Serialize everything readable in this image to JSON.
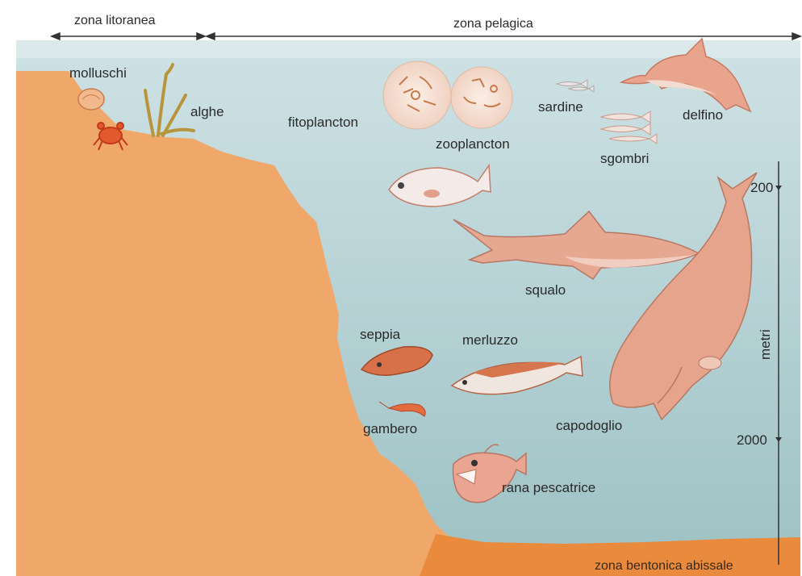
{
  "zones": {
    "litoranea": "zona litoranea",
    "pelagica": "zona pelagica",
    "bentonica": "zona bentonica abissale"
  },
  "depth_axis": {
    "unit_label": "metri",
    "ticks": [
      "200",
      "2000"
    ]
  },
  "labels": {
    "molluschi": "molluschi",
    "alghe": "alghe",
    "fitoplancton": "fitoplancton",
    "zooplancton": "zooplancton",
    "sardine": "sardine",
    "delfino": "delfino",
    "sgombri": "sgombri",
    "squalo": "squalo",
    "seppia": "seppia",
    "merluzzo": "merluzzo",
    "gambero": "gambero",
    "capodoglio": "capodoglio",
    "rana_pescatrice": "rana pescatrice"
  },
  "colors": {
    "water_top": "#c9dde0",
    "water_bottom": "#9fc3c6",
    "land": "#f0a86a",
    "seabed": "#e98a3c",
    "animal": "#e8a58d",
    "seaweed": "#b8953a"
  }
}
